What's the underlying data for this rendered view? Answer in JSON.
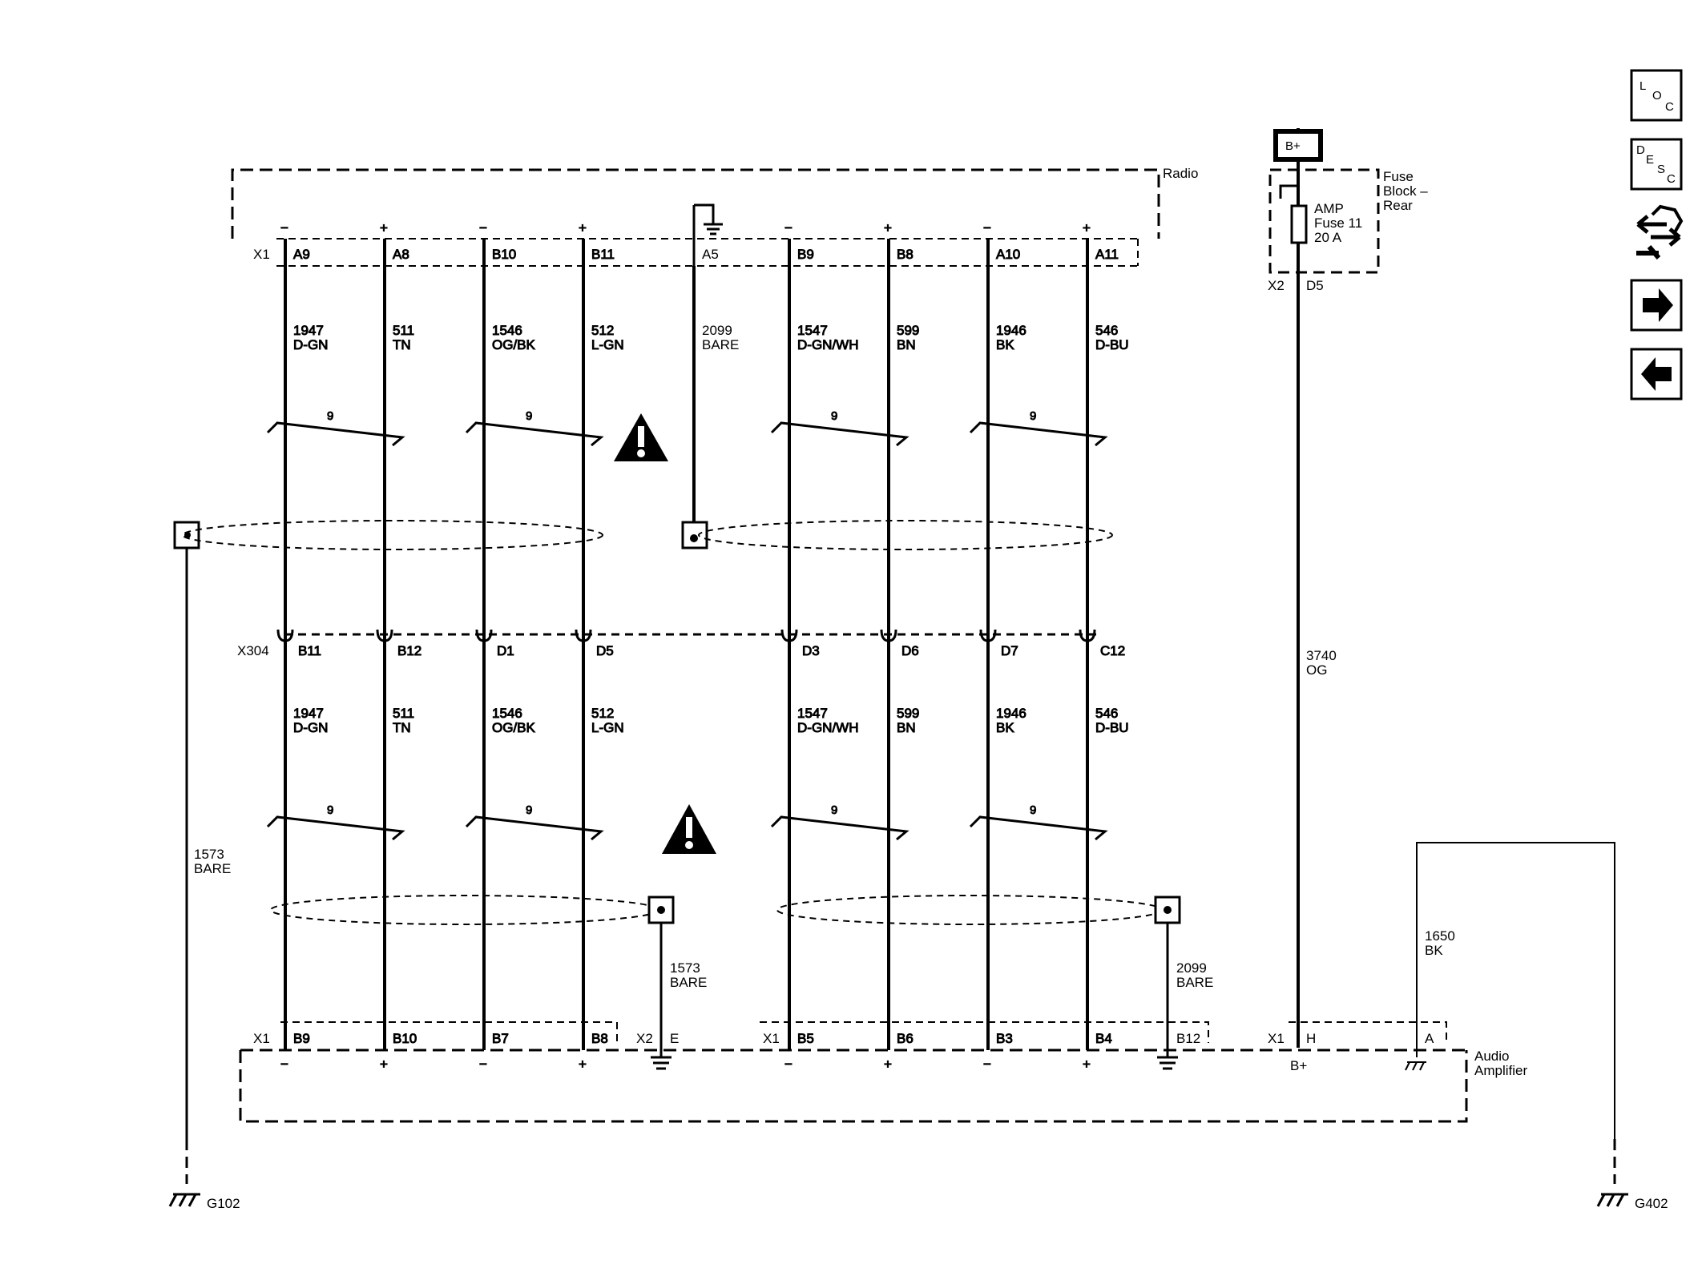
{
  "radio": {
    "name": "Radio",
    "connector": "X1"
  },
  "fuse_block": {
    "name_lines": [
      "Fuse",
      "Block –",
      "Rear"
    ],
    "fuse_lines": [
      "AMP",
      "Fuse 11",
      "20 A"
    ],
    "connector": "X2",
    "pin": "D5",
    "supply": "B+"
  },
  "inline_connector": {
    "name": "X304"
  },
  "amplifier": {
    "name_lines": [
      "Audio",
      "Amplifier"
    ],
    "connector_x1": "X1",
    "connector_x2": "X2",
    "supply_label": "B+"
  },
  "twist_count": "9",
  "circuits": [
    {
      "radio_pin": "A9",
      "polarity": "−",
      "circuit": "1947",
      "color": "D-GN",
      "inline_pin": "B11",
      "amp_pin": "B9"
    },
    {
      "radio_pin": "A8",
      "polarity": "+",
      "circuit": "511",
      "color": "TN",
      "inline_pin": "B12",
      "amp_pin": "B10"
    },
    {
      "radio_pin": "B10",
      "polarity": "−",
      "circuit": "1546",
      "color": "OG/BK",
      "inline_pin": "D1",
      "amp_pin": "B7"
    },
    {
      "radio_pin": "B11",
      "polarity": "+",
      "circuit": "512",
      "color": "L-GN",
      "inline_pin": "D5",
      "amp_pin": "B8"
    },
    {
      "radio_pin": "B9",
      "polarity": "−",
      "circuit": "1547",
      "color": "D-GN/WH",
      "inline_pin": "D3",
      "amp_pin": "B5"
    },
    {
      "radio_pin": "B8",
      "polarity": "+",
      "circuit": "599",
      "color": "BN",
      "inline_pin": "D6",
      "amp_pin": "B6"
    },
    {
      "radio_pin": "A10",
      "polarity": "−",
      "circuit": "1946",
      "color": "BK",
      "inline_pin": "D7",
      "amp_pin": "B3"
    },
    {
      "radio_pin": "A11",
      "polarity": "+",
      "circuit": "546",
      "color": "D-BU",
      "inline_pin": "C12",
      "amp_pin": "B4"
    }
  ],
  "drain_radio": {
    "pin": "A5",
    "circuit": "2099",
    "color": "BARE"
  },
  "drain_left": {
    "circuit": "1573",
    "color": "BARE",
    "ground": "G102"
  },
  "drain_amp_left": {
    "circuit": "1573",
    "color": "BARE",
    "pin": "E"
  },
  "drain_amp_right": {
    "circuit": "2099",
    "color": "BARE",
    "pin": "B12"
  },
  "power": {
    "circuit": "3740",
    "color": "OG",
    "amp_pin": "H"
  },
  "ground_right": {
    "circuit": "1650",
    "color": "BK",
    "amp_pin": "A",
    "ground": "G402"
  },
  "side_icons": [
    {
      "name": "location-icon",
      "lines": [
        "L",
        "O",
        "C"
      ]
    },
    {
      "name": "description-icon",
      "lines": [
        "D",
        "E",
        "S",
        "C"
      ]
    },
    {
      "name": "connector-tool-icon"
    },
    {
      "name": "next-arrow-icon"
    },
    {
      "name": "previous-arrow-icon"
    }
  ]
}
